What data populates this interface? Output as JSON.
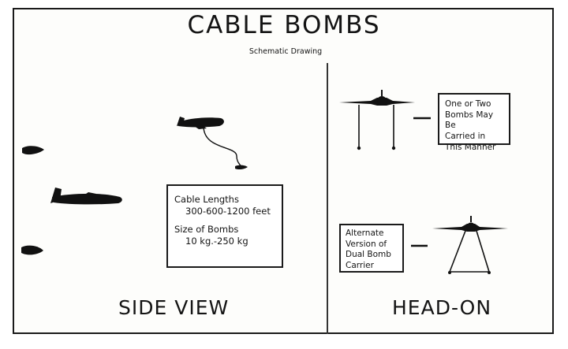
{
  "title": "CABLE BOMBS",
  "subtitle": "Schematic Drawing",
  "side_view": {
    "label": "SIDE VIEW",
    "cable_lengths_heading": "Cable Lengths",
    "cable_lengths_value": "300-600-1200 feet",
    "bomb_size_heading": "Size of Bombs",
    "bomb_size_value": "10 kg.-250 kg"
  },
  "head_on": {
    "label": "HEAD-ON",
    "note_lines": [
      "One or Two",
      "Bombs May Be",
      "Carried in",
      "This Manner"
    ],
    "alt_lines": [
      "Alternate",
      "Version of",
      "Dual Bomb",
      "Carrier"
    ]
  }
}
